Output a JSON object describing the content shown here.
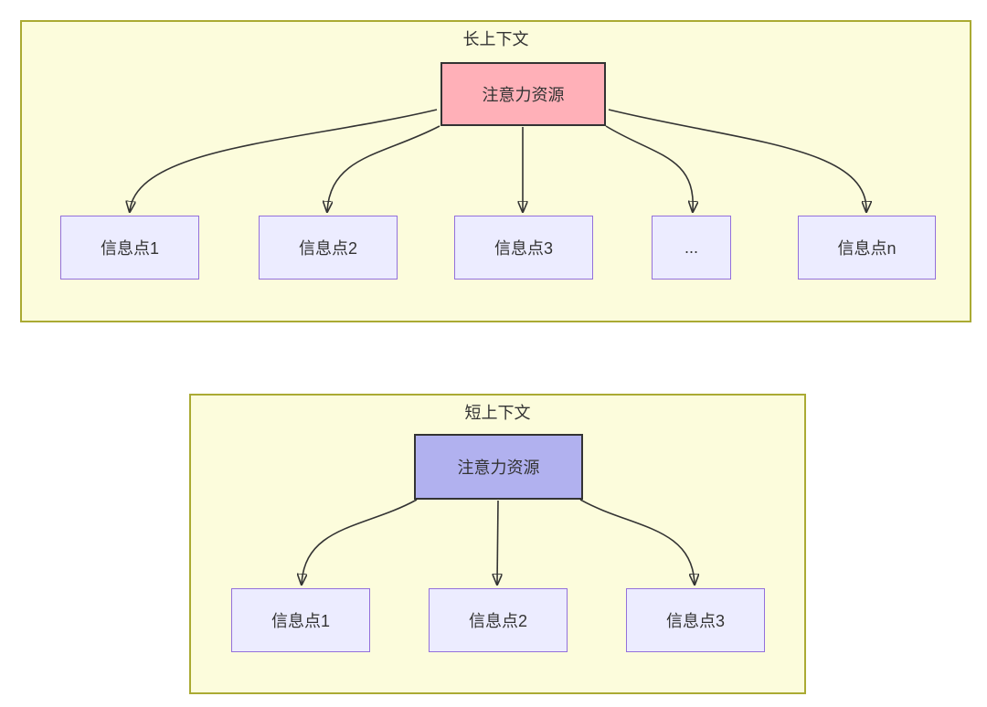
{
  "colors": {
    "group_fill": "#fcfcdc",
    "group_border": "#aaaa33",
    "long_attention_fill": "#ffb0b8",
    "short_attention_fill": "#b1b1ef",
    "attention_border": "#333333",
    "info_fill": "#ececff",
    "info_border": "#9370db",
    "arrow": "#333333",
    "text": "#333333"
  },
  "long_context": {
    "title": "长上下文",
    "attention": {
      "label": "注意力资源"
    },
    "info_nodes": [
      {
        "label": "信息点1"
      },
      {
        "label": "信息点2"
      },
      {
        "label": "信息点3"
      },
      {
        "label": "..."
      },
      {
        "label": "信息点n"
      }
    ]
  },
  "short_context": {
    "title": "短上下文",
    "attention": {
      "label": "注意力资源"
    },
    "info_nodes": [
      {
        "label": "信息点1"
      },
      {
        "label": "信息点2"
      },
      {
        "label": "信息点3"
      }
    ]
  }
}
